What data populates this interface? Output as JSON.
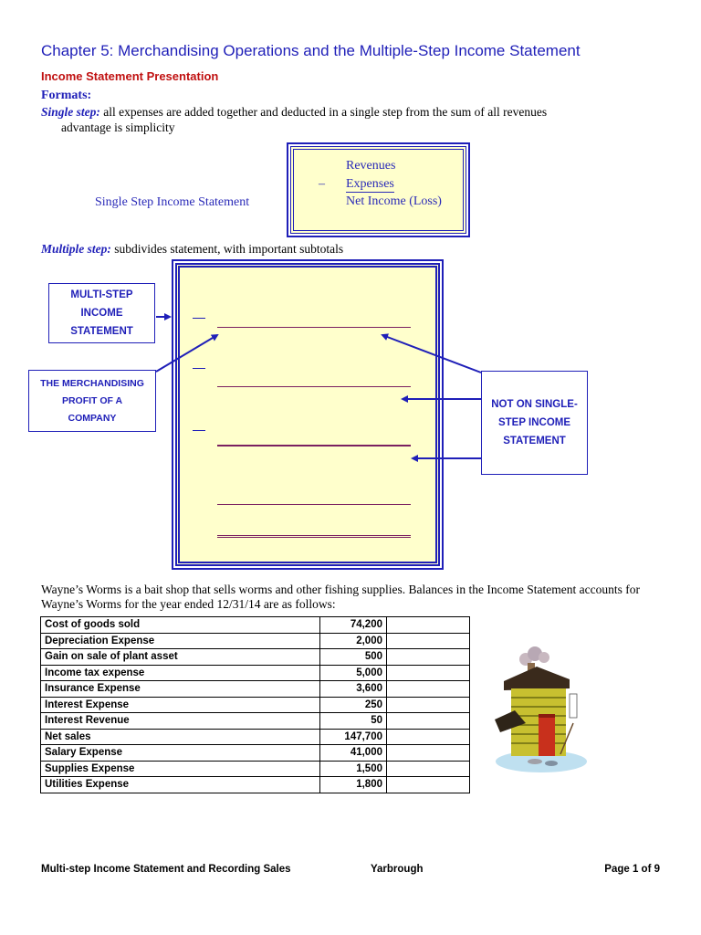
{
  "header": {
    "title": "Chapter 5: Merchandising Operations and the Multiple-Step Income Statement",
    "subtitle": "Income Statement Presentation"
  },
  "formats": {
    "heading": "Formats:",
    "single_step_label": "Single step:",
    "single_step_text": " all expenses are added together and deducted in a single step from the sum of all revenues",
    "single_step_advantage": "advantage is simplicity",
    "single_step_caption": "Single Step Income Statement",
    "single_box": {
      "revenues": "Revenues",
      "minus": "–",
      "expenses": "Expenses",
      "net_income": "Net Income (Loss)"
    },
    "multiple_step_label": "Multiple step:",
    "multiple_step_text": " subdivides statement, with important subtotals"
  },
  "diagram": {
    "callout_multi": [
      "MULTI-STEP",
      "INCOME",
      "STATEMENT"
    ],
    "callout_merch": [
      "THE MERCHANDISING",
      "PROFIT OF A",
      "COMPANY"
    ],
    "callout_not_single": [
      "NOT ON SINGLE-",
      "STEP INCOME",
      "STATEMENT"
    ],
    "line_color": "#7a2060",
    "accent": "#1f1fb8"
  },
  "intro_paragraph": {
    "line1": "Wayne’s Worms is a bait shop that sells worms and other fishing supplies. Balances in the Income Statement accounts for",
    "line2": "Wayne’s Worms for the year ended 12/31/14 are as follows:"
  },
  "accounts": [
    {
      "name": "Cost of goods sold",
      "amount": "74,200"
    },
    {
      "name": "Depreciation Expense",
      "amount": "2,000"
    },
    {
      "name": "Gain on sale of plant asset",
      "amount": "500"
    },
    {
      "name": "Income tax expense",
      "amount": "5,000"
    },
    {
      "name": "Insurance Expense",
      "amount": "3,600"
    },
    {
      "name": "Interest Expense",
      "amount": "250"
    },
    {
      "name": "Interest Revenue",
      "amount": "50"
    },
    {
      "name": "Net sales",
      "amount": "147,700"
    },
    {
      "name": "Salary Expense",
      "amount": "41,000"
    },
    {
      "name": "Supplies Expense",
      "amount": "1,500"
    },
    {
      "name": "Utilities Expense",
      "amount": "1,800"
    }
  ],
  "illustration": "bait-shop-icon",
  "footer": {
    "left": "Multi-step Income Statement and Recording Sales",
    "center": "Yarbrough",
    "right": "Page 1 of 9"
  }
}
